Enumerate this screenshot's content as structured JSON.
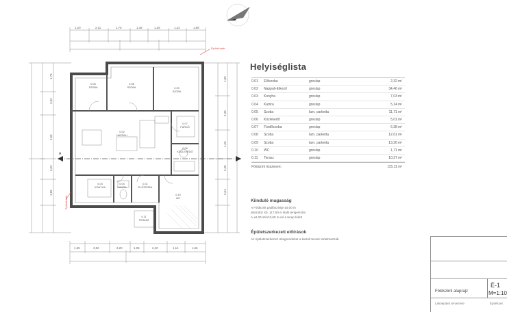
{
  "room_list": {
    "title": "Helyiséglista",
    "rows": [
      {
        "num": "0.01",
        "name": "Előszoba",
        "floor": "greslap",
        "area": "2,32 m²"
      },
      {
        "num": "0.02",
        "name": "Nappali-Étkező",
        "floor": "greslap",
        "area": "34,46 m²"
      },
      {
        "num": "0.03",
        "name": "Konyha",
        "floor": "greslap",
        "area": "7,03 m²"
      },
      {
        "num": "0.04",
        "name": "Kamra",
        "floor": "greslap",
        "area": "5,14 m²"
      },
      {
        "num": "0.05",
        "name": "Szoba",
        "floor": "lam. parketta",
        "area": "11,71 m²"
      },
      {
        "num": "0.06",
        "name": "Közlekedő",
        "floor": "greslap",
        "area": "5,01 m²"
      },
      {
        "num": "0.07",
        "name": "Fürdőszoba",
        "floor": "greslap",
        "area": "6,38 m²"
      },
      {
        "num": "0.08",
        "name": "Szoba",
        "floor": "lam. parketta",
        "area": "12,61 m²"
      },
      {
        "num": "0.09",
        "name": "Szoba",
        "floor": "lam. parketta",
        "area": "13,26 m²"
      },
      {
        "num": "0.10",
        "name": "WC",
        "floor": "greslap",
        "area": "1,71 m²"
      },
      {
        "num": "0.11",
        "name": "Terasz",
        "floor": "greslap",
        "area": "10,27 m²"
      }
    ],
    "total_label": "Földszint összesen:",
    "total_area": "115,11 m²"
  },
  "notes": [
    {
      "title": "Kiinduló magasság",
      "lines": [
        "A Földszint padlószintje ±0,00 m",
        "abszolút: kb. 117,50 m Balti tengerszint",
        "A ±0,00 szint 0,60 m-rel a terep felett"
      ]
    },
    {
      "title": "Épületszerkezeti előírások",
      "lines": [
        "Az épületszerkezeti rétegrendeket a kiviteli tervek tartalmazzák."
      ]
    }
  ],
  "title_block": {
    "sheet_name": "Földszinti alaprajz",
    "sheet_code": "É-1",
    "scale": "M=1:100",
    "footer_left": "Lakóépület tervezése",
    "footer_right": "Építészet"
  },
  "plan": {
    "room_tags": [
      {
        "id": "0.01",
        "label": "ELŐSZOBA"
      },
      {
        "id": "0.02",
        "label": "NAPPALI"
      },
      {
        "id": "0.03",
        "label": "KONYHA"
      },
      {
        "id": "0.04",
        "label": "KAMRA"
      },
      {
        "id": "0.05",
        "label": "SZOBA"
      },
      {
        "id": "0.06",
        "label": "KÖZLEKEDŐ"
      },
      {
        "id": "0.07",
        "label": "FÜRDŐ"
      },
      {
        "id": "0.08",
        "label": "SZOBA"
      },
      {
        "id": "0.09",
        "label": "SZOBA"
      },
      {
        "id": "0.10",
        "label": "WC"
      },
      {
        "id": "0.11",
        "label": "TERASZ"
      }
    ],
    "callouts": [
      "Épülethatár",
      "Épülethatár"
    ],
    "dim_top": [
      "1,20",
      "2,11",
      "1,75",
      "1,35",
      "1,25",
      "1,23",
      "1,89"
    ],
    "dim_bottom": [
      "1,35",
      "3,92",
      "2,20",
      "1,05",
      "2,40",
      "1,14",
      "1,66"
    ],
    "dim_left": [
      "1,75",
      "3,52",
      "2,55",
      "3,02",
      "1,55"
    ],
    "dim_right": [
      "1,89",
      "2,30",
      "1,26",
      "2,20",
      "2,04"
    ],
    "section_mark": "A"
  },
  "colors": {
    "wall": "#4a4a4a",
    "line": "#7b7b7b",
    "callout": "#d9534f",
    "dim": "#8a8a8a"
  }
}
